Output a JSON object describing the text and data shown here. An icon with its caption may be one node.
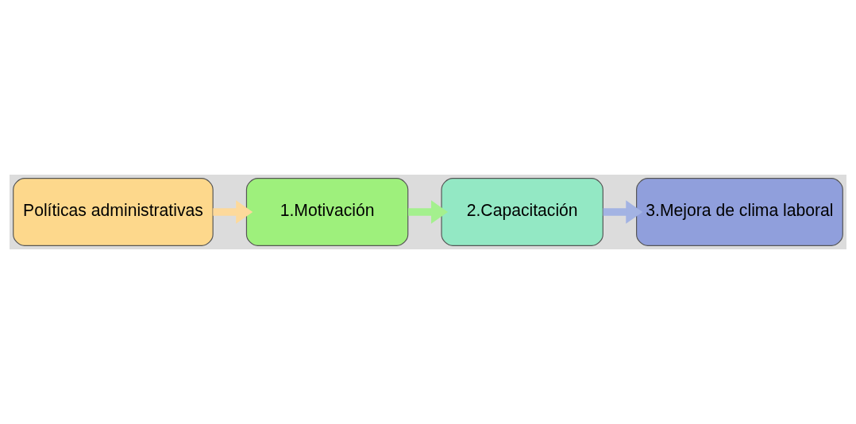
{
  "diagram": {
    "nodes": [
      {
        "text": [
          "Políticas administrativas"
        ]
      },
      {
        "text": [
          "1.Motivación"
        ]
      },
      {
        "text": [
          "2.Capacitación"
        ]
      },
      {
        "text": [
          "3.Mejora de clima laboral"
        ]
      }
    ],
    "edges": [
      {
        "from": 0,
        "to": 1,
        "arrow": "to",
        "color": "#fdd99b"
      },
      {
        "from": 1,
        "to": 2,
        "arrow": "to",
        "color": "#a4f08e"
      },
      {
        "from": 2,
        "to": 3,
        "arrow": "to",
        "color": "#a3b3e3"
      }
    ]
  }
}
